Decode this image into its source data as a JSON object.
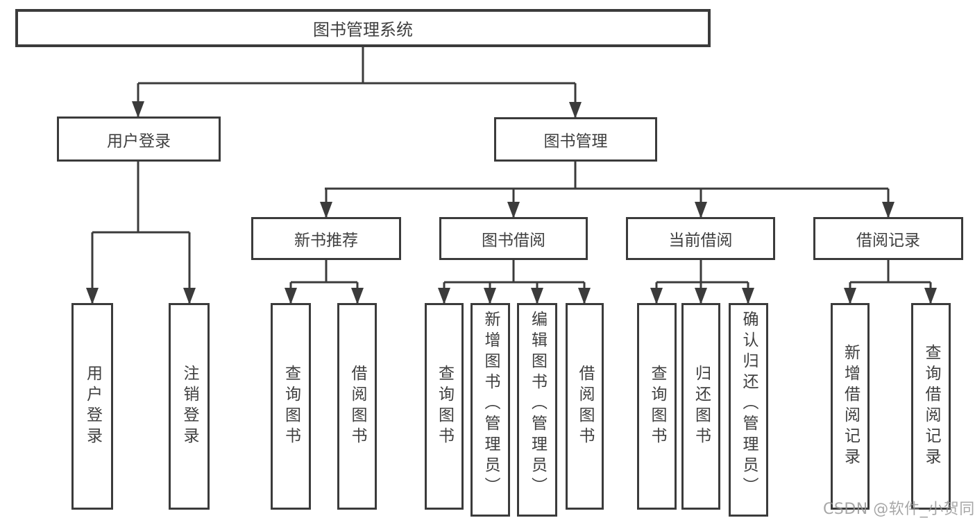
{
  "nodes": {
    "root": "图书管理系统",
    "user_login": "用户登录",
    "book_mgmt": "图书管理",
    "new_book_rec": "新书推荐",
    "book_borrow": "图书借阅",
    "current_borrow": "当前借阅",
    "borrow_records": "借阅记录",
    "leaf_user_login": "用户登录",
    "leaf_logout": "注销登录",
    "leaf_query_book_1": "查询图书",
    "leaf_borrow_book_1": "借阅图书",
    "leaf_query_book_2": "查询图书",
    "leaf_add_book": "新增图书（管理员）",
    "leaf_edit_book": "编辑图书（管理员）",
    "leaf_borrow_book_2": "借阅图书",
    "leaf_query_book_3": "查询图书",
    "leaf_return_book": "归还图书",
    "leaf_confirm_return": "确认归还（管理员）",
    "leaf_add_record": "新增借阅记录",
    "leaf_query_record": "查询借阅记录"
  },
  "hierarchy": {
    "root": "图书管理系统",
    "children": [
      {
        "label": "用户登录",
        "children": [
          "用户登录",
          "注销登录"
        ]
      },
      {
        "label": "图书管理",
        "children": [
          {
            "label": "新书推荐",
            "children": [
              "查询图书",
              "借阅图书"
            ]
          },
          {
            "label": "图书借阅",
            "children": [
              "查询图书",
              "新增图书（管理员）",
              "编辑图书（管理员）",
              "借阅图书"
            ]
          },
          {
            "label": "当前借阅",
            "children": [
              "查询图书",
              "归还图书",
              "确认归还（管理员）"
            ]
          },
          {
            "label": "借阅记录",
            "children": [
              "新增借阅记录",
              "查询借阅记录"
            ]
          }
        ]
      }
    ]
  },
  "watermark": "CSDN @软件_小贺同学",
  "colors": {
    "line": "#3b3b3b",
    "text": "#3f3f3f",
    "background": "#ffffff",
    "watermark": "#949494"
  }
}
